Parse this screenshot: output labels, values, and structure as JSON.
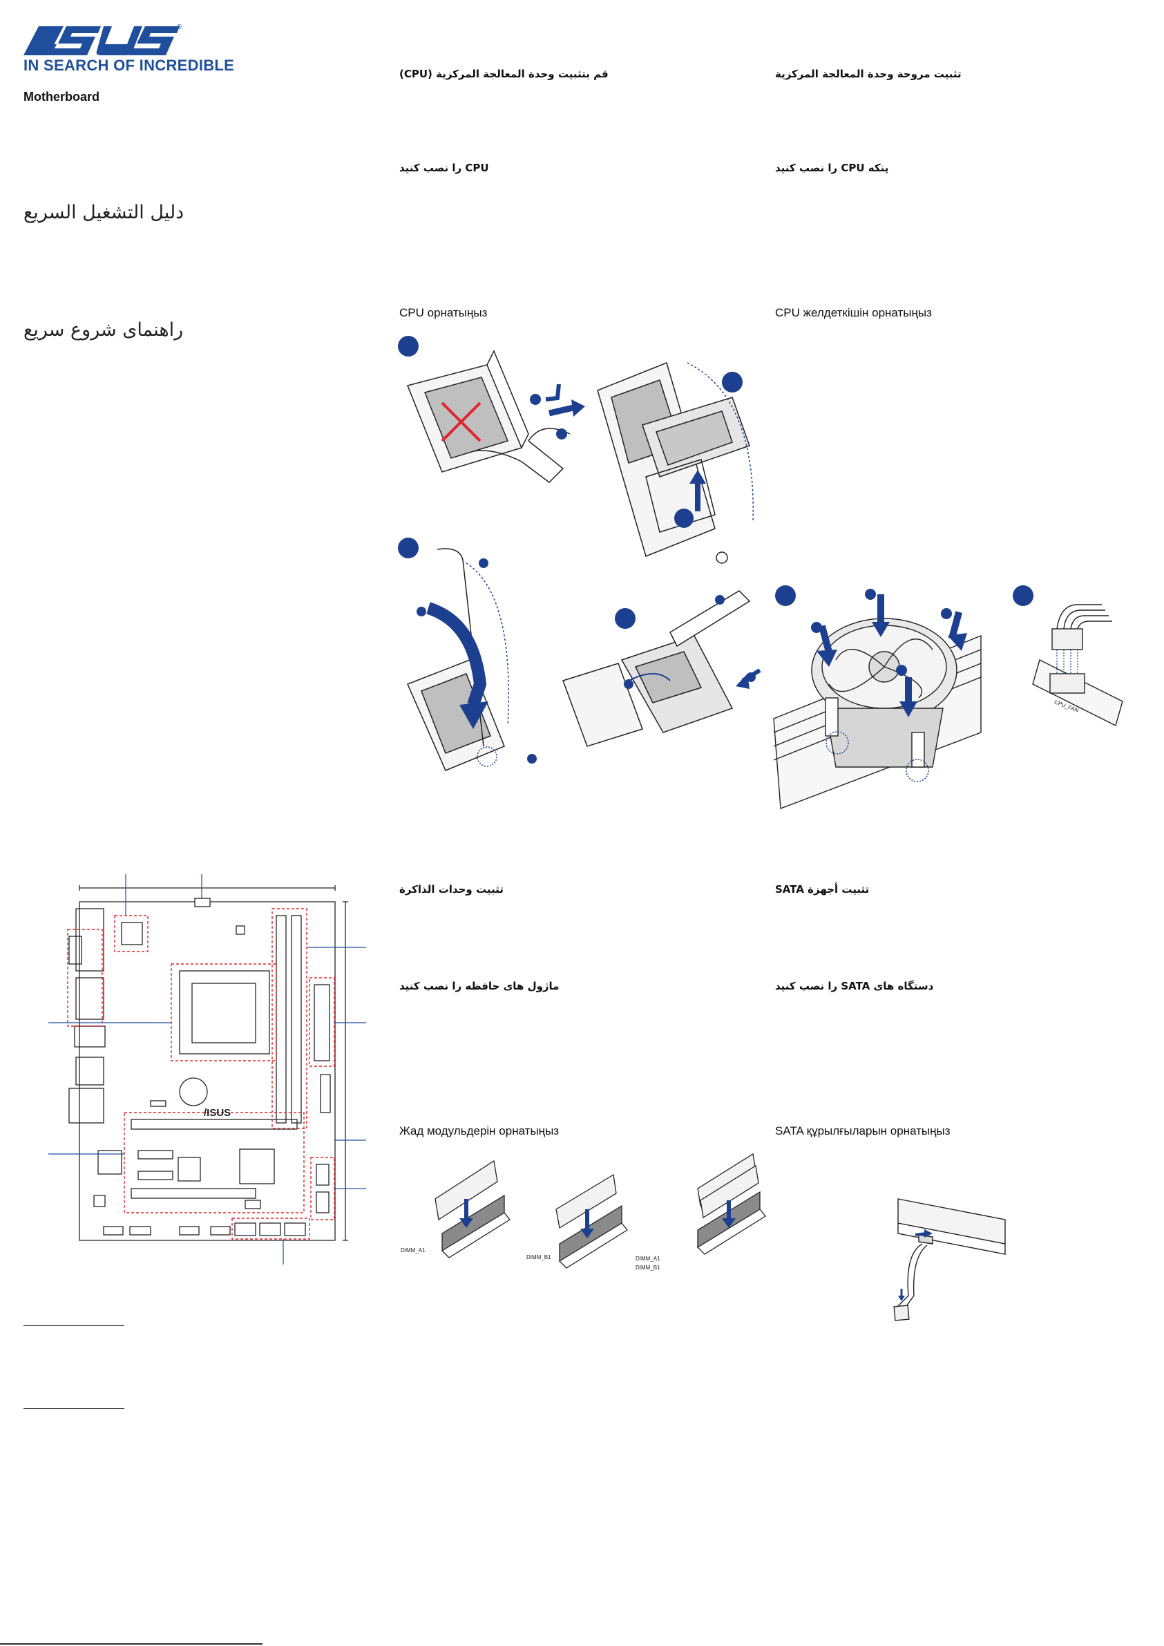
{
  "brand": {
    "name": "ASUS",
    "tagline": "IN SEARCH OF INCREDIBLE",
    "product_type": "Motherboard",
    "colors": {
      "brand_blue": "#1f4e9c",
      "accent_blue": "#1d3f8f",
      "warn_red": "#e0262c"
    }
  },
  "guide_titles": {
    "arabic": "دليل التشغيل السريع",
    "persian": "راهنمای شروع سریع"
  },
  "sections": {
    "cpu": {
      "arabic": "قم بتثبيت وحدة المعالجة المركزية (CPU)",
      "persian": "CPU را نصب کنید",
      "kazakh": "CPU орнатыңыз"
    },
    "cpu_fan": {
      "arabic": "تثبيت مروحة وحدة المعالجة المركزية",
      "persian": "پنکه CPU را نصب کنید",
      "kazakh": "CPU желдеткішін орнатыңыз"
    },
    "memory": {
      "arabic": "تثبيت وحدات الذاكرة",
      "persian": "ماژول های حافظه را نصب کنید",
      "kazakh": "Жад модульдерін орнатыңыз"
    },
    "sata": {
      "arabic": "تثبيت أجهزة SATA",
      "persian": "دستگاه های SATA را نصب کنید",
      "kazakh": "SATA құрылғыларын орнатыңыз"
    }
  },
  "memory_slots": {
    "single_a": "DIMM_A1",
    "single_b": "DIMM_B1",
    "dual_a": "DIMM_A1",
    "dual_b": "DIMM_B1"
  },
  "fan_header_label": "CPU_FAN",
  "board_logo": "/ISUS",
  "icons": [
    "warning-cross-icon",
    "step-badge-icon",
    "arrow-down-icon",
    "arrow-right-icon"
  ]
}
